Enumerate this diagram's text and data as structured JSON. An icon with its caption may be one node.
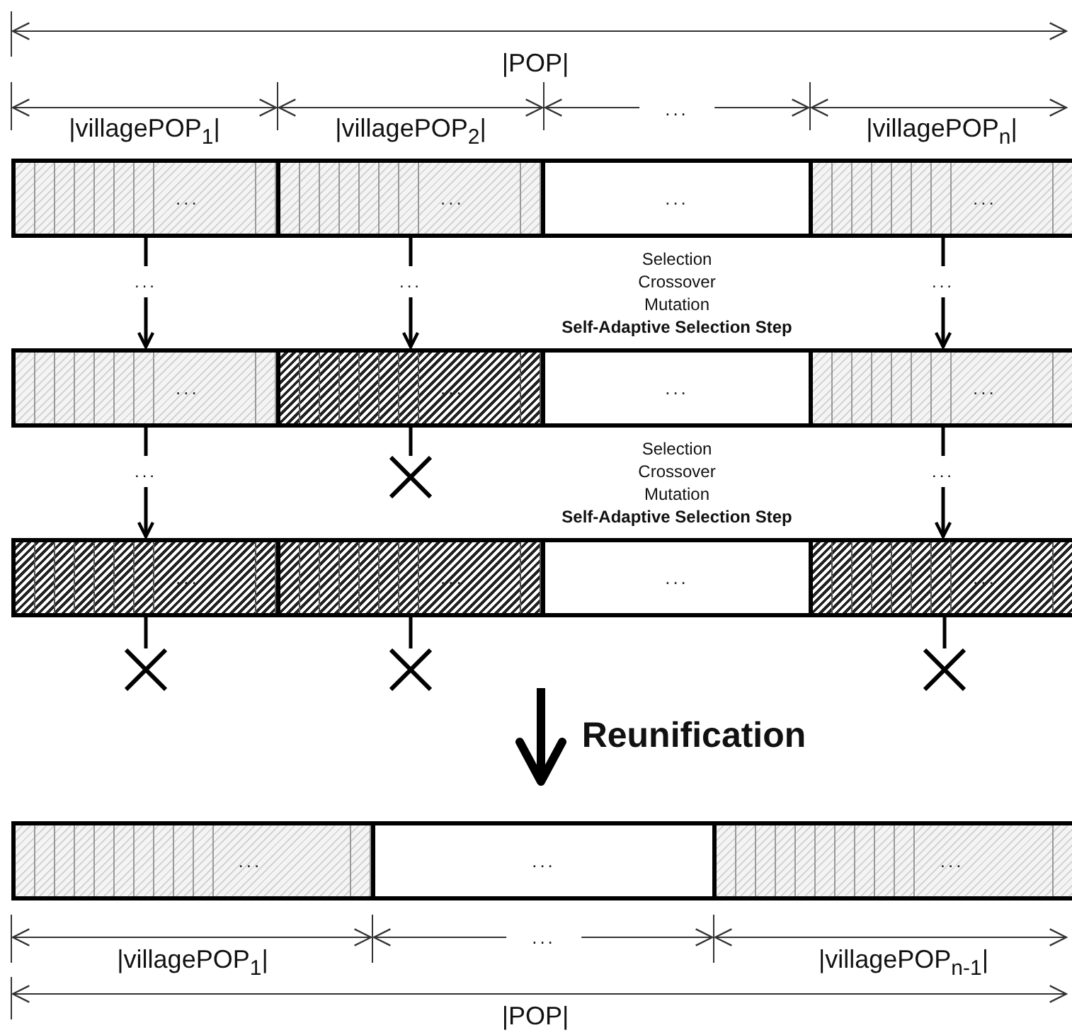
{
  "diagram": {
    "nodes": [
      {
        "text": [
          "..."
        ]
      },
      {
        "text": [
          "..."
        ]
      },
      {
        "text": [
          "..."
        ]
      },
      {
        "text": [
          "..."
        ]
      },
      {
        "text": [
          "..."
        ]
      },
      {
        "text": [
          "..."
        ]
      },
      {
        "text": [
          "..."
        ]
      },
      {
        "text": [
          "..."
        ]
      },
      {
        "text": [],
        "shape": "cross"
      },
      {
        "text": [
          "..."
        ]
      },
      {
        "text": [
          "..."
        ]
      },
      {
        "text": [
          "..."
        ]
      },
      {
        "text": [
          "..."
        ]
      },
      {
        "text": [],
        "shape": "cross"
      },
      {
        "text": [],
        "shape": "cross"
      },
      {
        "text": [],
        "shape": "cross"
      },
      {
        "text": [
          "..."
        ]
      },
      {
        "text": [
          "..."
        ]
      },
      {
        "text": [
          "..."
        ]
      }
    ],
    "edges": [
      {
        "from": 0,
        "to": 4,
        "arrow": "to",
        "label": "..."
      },
      {
        "from": 1,
        "to": 5,
        "arrow": "to",
        "label": "..."
      },
      {
        "from": 3,
        "to": 7,
        "arrow": "to",
        "label": "..."
      },
      {
        "from": 5,
        "to": 8,
        "arrow": "none"
      },
      {
        "from": 4,
        "to": 9,
        "arrow": "to",
        "label": "..."
      },
      {
        "from": 7,
        "to": 12,
        "arrow": "to",
        "label": "..."
      },
      {
        "from": 9,
        "to": 13,
        "arrow": "none"
      },
      {
        "from": 10,
        "to": 14,
        "arrow": "none"
      },
      {
        "from": 12,
        "to": 15,
        "arrow": "none"
      }
    ],
    "labels": [
      "|POP|",
      "|villagePOP$_{1}$|",
      "|villagePOP$_{2}$|",
      "...",
      "|villagePOP$_{n}$|",
      "Selection",
      "Crossover",
      "Mutation",
      "Self-Adaptive Selection Step",
      "Selection",
      "Crossover",
      "Mutation",
      "Self-Adaptive Selection Step",
      "Reunification",
      "|villagePOP$_{1}$|",
      "...",
      "|villagePOP$_{n-1}$|",
      "|POP|"
    ]
  }
}
